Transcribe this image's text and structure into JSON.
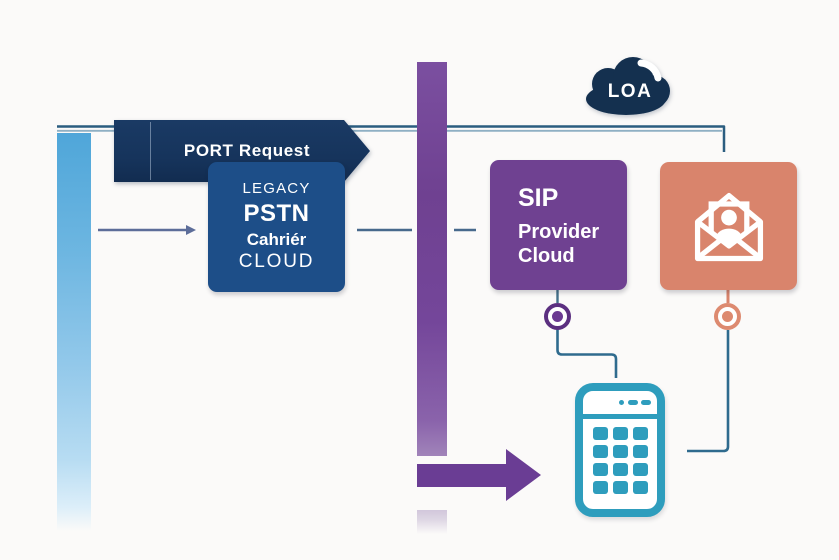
{
  "banner": {
    "label": "PORT Request"
  },
  "loa": {
    "label": "LOA"
  },
  "legacy_box": {
    "line1": "LEGACY",
    "line2": "PSTN",
    "line3": "Cahriér",
    "line4": "CLOUD"
  },
  "sip_box": {
    "line1": "SIP",
    "line2": "Provider",
    "line3": "Cloud"
  },
  "icons": {
    "loa_cloud": "cloud-icon",
    "envelope": "open-envelope-letter-person-icon",
    "phone": "phone-keypad-icon",
    "flow_arrow": "right-arrow-icon"
  },
  "colors": {
    "background": "#fbfaf9",
    "navy": "#16345c",
    "legacy_blue": "#1d4e88",
    "purple": "#6f4191",
    "orange": "#d9846c",
    "teal": "#2e9dbd",
    "light_blue_bar": "#4fa6d9",
    "steel_line": "#2f6b8e",
    "muted_line": "#5c6d99"
  }
}
